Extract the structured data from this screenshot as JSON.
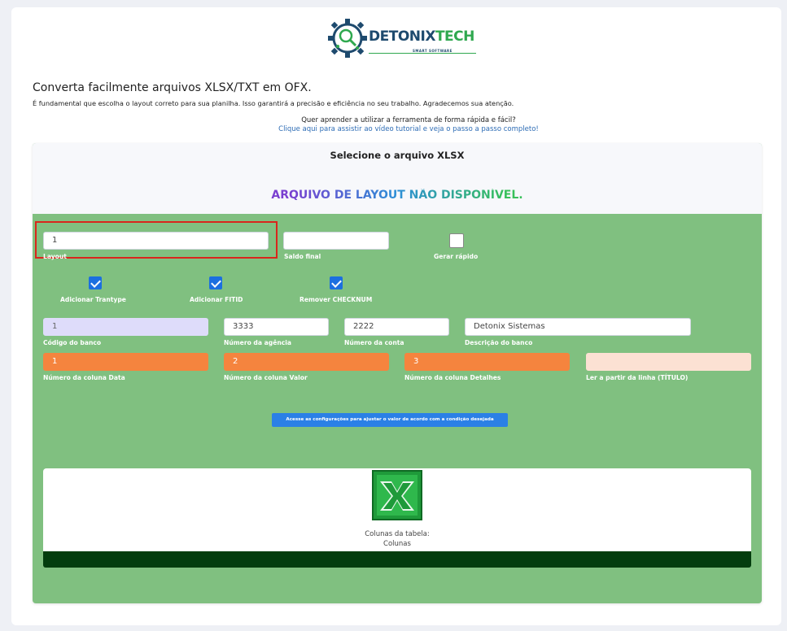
{
  "brand": {
    "name_part1": "DETONIX",
    "name_part2": "TECH",
    "tagline": "SMART SOFTWARE"
  },
  "intro": {
    "headline": "Converta facilmente arquivos XLSX/TXT em OFX.",
    "subline": "É fundamental que escolha o layout correto para sua planilha. Isso garantirá a precisão e eficiência no seu trabalho. Agradecemos sua atenção.",
    "tutorial_question": "Quer aprender a utilizar a ferramenta de forma rápida e fácil?",
    "tutorial_link": "Clique aqui para assistir ao vídeo tutorial e veja o passo a passo completo!"
  },
  "card": {
    "title": "Selecione o arquivo XLSX",
    "banner": "ARQUIVO DE LAYOUT NÃO DISPONÍVEL."
  },
  "form": {
    "layout": {
      "value": "1",
      "label": "Layout"
    },
    "saldo_final": {
      "value": "",
      "label": "Saldo final"
    },
    "gerar_rapido": {
      "label": "Gerar rápido",
      "checked": false
    },
    "adicionar_trantype": {
      "label": "Adicionar Trantype",
      "checked": true
    },
    "adicionar_fitid": {
      "label": "Adicionar FITID",
      "checked": true
    },
    "remover_checknum": {
      "label": "Remover CHECKNUM",
      "checked": true
    },
    "codigo_banco": {
      "value": "1",
      "label": "Código do banco"
    },
    "numero_agencia": {
      "value": "3333",
      "label": "Número da agência"
    },
    "numero_conta": {
      "value": "2222",
      "label": "Número da conta"
    },
    "descricao_banco": {
      "value": "Detonix Sistemas",
      "label": "Descrição do banco"
    },
    "coluna_data": {
      "value": "1",
      "label": "Número da coluna Data"
    },
    "coluna_valor": {
      "value": "2",
      "label": "Número da coluna Valor"
    },
    "coluna_detalhes": {
      "value": "3",
      "label": "Número da coluna Detalhes"
    },
    "ler_partir_linha": {
      "value": "",
      "label": "Ler a partir da linha (TÍTULO)"
    }
  },
  "config_button": "Acesse as configurações para ajustar o valor de acordo com a condição desejada",
  "dropzone": {
    "icon": "excel-icon",
    "line1": "Colunas da tabela:",
    "line2": "Colunas"
  },
  "colors": {
    "card_green": "#80c080",
    "orange": "#f5843e",
    "accent_blue": "#2b80e6",
    "dark_green_bar": "#033d0e",
    "highlight_red": "#d9261c"
  }
}
